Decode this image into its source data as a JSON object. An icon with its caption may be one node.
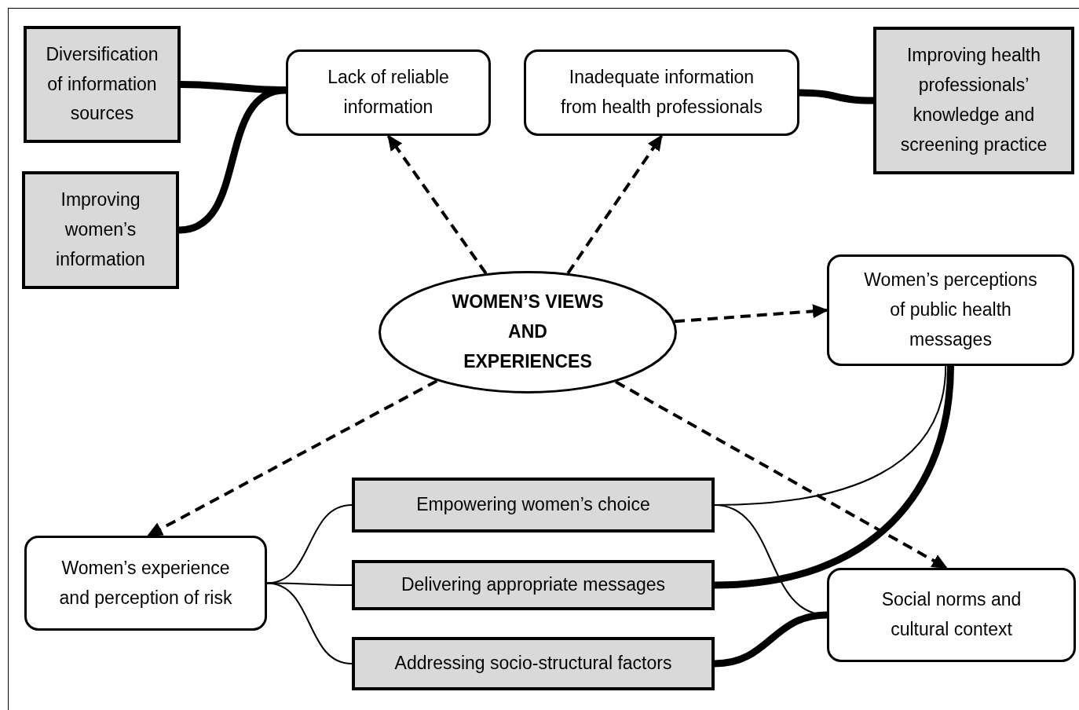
{
  "diagram": {
    "nodes": [
      {
        "text": [
          "Diversification of information sources"
        ]
      },
      {
        "text": [
          "Improving women’s information"
        ]
      },
      {
        "text": [
          "Lack of reliable information"
        ]
      },
      {
        "text": [
          "Inadequate information from health professionals"
        ]
      },
      {
        "text": [
          "Improving health professionals’ knowledge and screening practice"
        ]
      },
      {
        "text": [
          "WOMEN’S VIEWS AND EXPERIENCES"
        ]
      },
      {
        "text": [
          "Women’s perceptions of public health messages"
        ]
      },
      {
        "text": [
          "Women’s experience and perception of risk"
        ]
      },
      {
        "text": [
          "Empowering women’s choice"
        ]
      },
      {
        "text": [
          "Delivering appropriate messages"
        ]
      },
      {
        "text": [
          "Addressing socio-structural factors"
        ]
      },
      {
        "text": [
          "Social norms and cultural context"
        ]
      }
    ],
    "edges": [
      {
        "from": 5,
        "to": 2,
        "arrow": "to",
        "style": "dashed"
      },
      {
        "from": 5,
        "to": 3,
        "arrow": "to",
        "style": "dashed"
      },
      {
        "from": 5,
        "to": 6,
        "arrow": "to",
        "style": "dashed"
      },
      {
        "from": 5,
        "to": 7,
        "arrow": "to",
        "style": "dashed"
      },
      {
        "from": 5,
        "to": 11,
        "arrow": "to",
        "style": "dashed"
      },
      {
        "from": 0,
        "to": 2,
        "arrow": "none",
        "style": "thick"
      },
      {
        "from": 1,
        "to": 2,
        "arrow": "none",
        "style": "thick"
      },
      {
        "from": 3,
        "to": 4,
        "arrow": "none",
        "style": "thick"
      },
      {
        "from": 7,
        "to": 8,
        "arrow": "none"
      },
      {
        "from": 7,
        "to": 9,
        "arrow": "none"
      },
      {
        "from": 7,
        "to": 10,
        "arrow": "none"
      },
      {
        "from": 8,
        "to": 6,
        "arrow": "none"
      },
      {
        "from": 8,
        "to": 11,
        "arrow": "none"
      },
      {
        "from": 9,
        "to": 6,
        "arrow": "none",
        "style": "thick"
      },
      {
        "from": 10,
        "to": 11,
        "arrow": "none",
        "style": "thick"
      }
    ]
  }
}
